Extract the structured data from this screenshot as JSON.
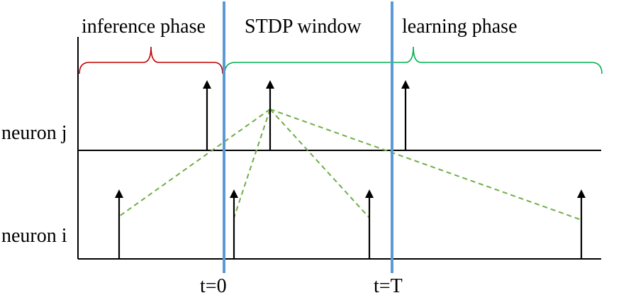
{
  "phases": {
    "inference_label": "inference phase",
    "stdp_label": "STDP window",
    "learning_label": "learning phase"
  },
  "neurons": {
    "j_label": "neuron j",
    "i_label": "neuron i"
  },
  "time_markers": {
    "t0_label": "t=0",
    "tT_label": "t=T"
  },
  "colors": {
    "boundary": "#5b9bd5",
    "stdp_link": "#70ad47",
    "inference_brace": "#c00000",
    "learning_brace": "#00b050"
  },
  "chart_data": {
    "type": "spike-timing-diagram",
    "neurons": [
      {
        "name": "neuron j",
        "spike_count": 3
      },
      {
        "name": "neuron i",
        "spike_count": 4
      }
    ],
    "boundaries": [
      "t=0",
      "t=T"
    ],
    "phases": [
      "inference phase",
      "STDP window",
      "learning phase"
    ]
  }
}
